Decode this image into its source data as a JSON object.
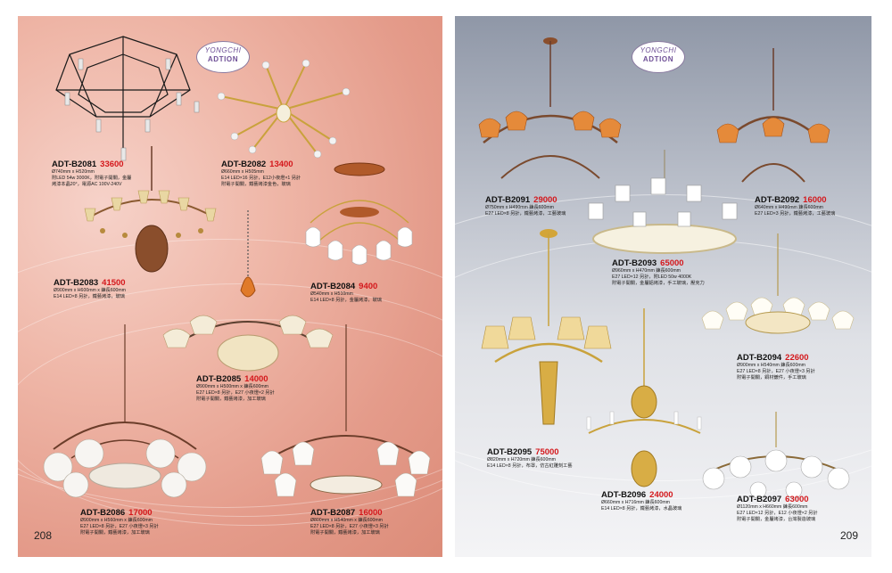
{
  "logo": {
    "line1": "YONGCHI",
    "line2": "ADTION"
  },
  "pages": {
    "left_number": "208",
    "right_number": "209"
  },
  "colors": {
    "price": "#d4181c",
    "left_bg": "#e9a899",
    "right_bg": "#b8bdc8",
    "logo": "#6e4f96"
  },
  "products": {
    "b2081": {
      "model": "ADT-B2081",
      "price": "33600",
      "spec": [
        "Ø740mm x H520mm",
        "附LED 54w 3000K，附電子開關，金屬",
        "烤漆本晶20°，電源AC 100V-240V"
      ]
    },
    "b2082": {
      "model": "ADT-B2082",
      "price": "13400",
      "spec": [
        "Ø660mm x H505mm",
        "E14 LED×16 另計，E12小夜燈×1 另計",
        "附電子開關，鐵藝烤漆金色，玻璃"
      ]
    },
    "b2083": {
      "model": "ADT-B2083",
      "price": "41500",
      "spec": [
        "Ø900mm x H600mm x 鍊長600mm",
        "E14 LED×8 另計，鐵藝烤漆，玻璃"
      ]
    },
    "b2084": {
      "model": "ADT-B2084",
      "price": "9400",
      "spec": [
        "Ø540mm x H510mm",
        "E14 LED×8 另計，金屬烤漆，玻璃"
      ]
    },
    "b2085": {
      "model": "ADT-B2085",
      "price": "14000",
      "spec": [
        "Ø900mm x H500mm x 鍊長600mm",
        "E27 LED×8 另計，E27 小夜燈×2 另計",
        "附電子開關，鐵藝烤漆，加工玻璃"
      ]
    },
    "b2086": {
      "model": "ADT-B2086",
      "price": "17000",
      "spec": [
        "Ø900mm x H560mm x 鍊長600mm",
        "E27 LED×8 另計，E27 小夜燈×3 另計",
        "附電子開關，鐵藝烤漆，加工玻璃"
      ]
    },
    "b2087": {
      "model": "ADT-B2087",
      "price": "16000",
      "spec": [
        "Ø800mm x H540mm x 鍊長600mm",
        "E27 LED×8 另計，E27 小夜燈×3 另計",
        "附電子開關，鐵藝烤漆，加工玻璃"
      ]
    },
    "b2091": {
      "model": "ADT-B2091",
      "price": "29000",
      "spec": [
        "Ø750mm x H490mm 鍊長600mm",
        "E27 LED×8 另計，鐵藝烤漆，工藝玻璃"
      ]
    },
    "b2092": {
      "model": "ADT-B2092",
      "price": "16000",
      "spec": [
        "Ø640mm x H490mm 鍊長600mm",
        "E27 LED×3 另計，鐵藝烤漆，工藝玻璃"
      ]
    },
    "b2093": {
      "model": "ADT-B2093",
      "price": "65000",
      "spec": [
        "Ø960mm x H470mm 鍊長600mm",
        "E27 LED×12 另計，附LED 50w 4000K",
        "附電子開關，金屬鋁烤漆，手工玻璃，壓克力"
      ]
    },
    "b2094": {
      "model": "ADT-B2094",
      "price": "22600",
      "spec": [
        "Ø900mm x H540mm 鍊長600mm",
        "E27 LED×8 另計，E27 小夜燈×3 另計",
        "附電子開關，銅材鍍件，手工玻璃"
      ]
    },
    "b2095": {
      "model": "ADT-B2095",
      "price": "75000",
      "spec": [
        "Ø820mm x H720mm 鍊長600mm",
        "E14 LED×8 另計，布罩，仿古紅雕刻工藝"
      ]
    },
    "b2096": {
      "model": "ADT-B2096",
      "price": "24000",
      "spec": [
        "Ø660mm x H716mm 鍊長600mm",
        "E14 LED×8 另計，鐵藝烤漆，水晶玻璃"
      ]
    },
    "b2097": {
      "model": "ADT-B2097",
      "price": "63000",
      "spec": [
        "Ø1120mm x H660mm 鍊長600mm",
        "E27 LED×12 另計，E12 小夜燈×2 另計",
        "附電子開關，金屬烤漆，台灣製造玻璃"
      ]
    }
  }
}
